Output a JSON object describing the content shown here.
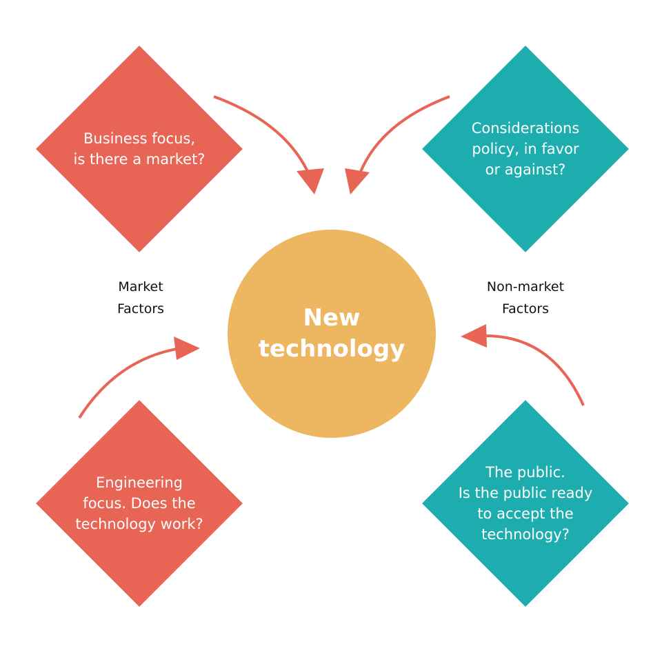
{
  "colors": {
    "market": "#E86556",
    "non_market": "#1EADAE",
    "center": "#EDB660",
    "arrow": "#E86556"
  },
  "center": {
    "label": "New\ntechnology"
  },
  "labels": {
    "market": "Market\nFactors",
    "non_market": "Non-market\nFactors"
  },
  "diamonds": {
    "business": "Business focus,\nis there a market?",
    "considerations": "Considerations\npolicy, in favor\n or against?",
    "engineering": "Engineering\nfocus. Does the\ntechnology work?",
    "public": "The public.\nIs the public ready\nto accept the\ntechnology?"
  }
}
